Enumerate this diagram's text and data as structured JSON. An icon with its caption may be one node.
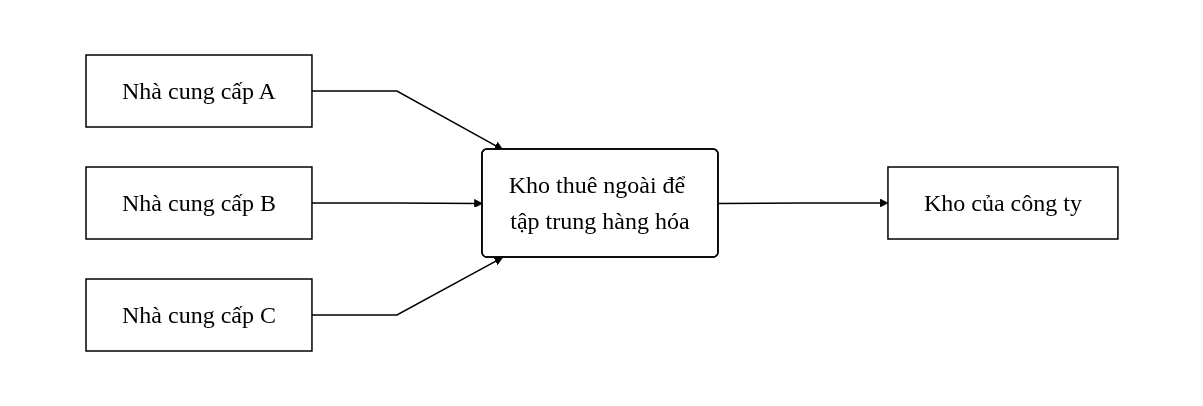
{
  "diagram": {
    "nodes": [
      {
        "text": [
          "Nhà cung cấp A"
        ]
      },
      {
        "text": [
          "Nhà cung cấp B"
        ]
      },
      {
        "text": [
          "Nhà cung cấp C"
        ]
      },
      {
        "text": [
          "Kho thuê ngoài để tập trung hàng hóa"
        ]
      },
      {
        "text": [
          "Kho của công ty"
        ]
      }
    ],
    "edges": [
      {
        "from": 0,
        "to": 3,
        "arrow": "to"
      },
      {
        "from": 1,
        "to": 3,
        "arrow": "to"
      },
      {
        "from": 2,
        "to": 3,
        "arrow": "to"
      },
      {
        "from": 3,
        "to": 4,
        "arrow": "to"
      }
    ]
  }
}
